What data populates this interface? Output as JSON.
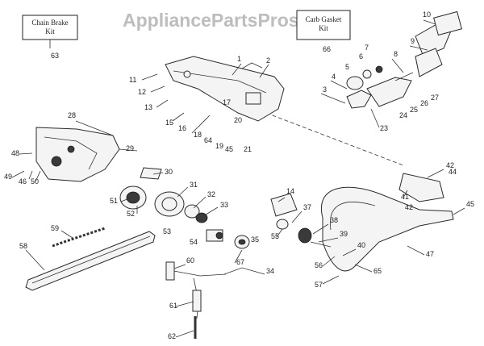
{
  "watermark": "AppliancePartsPros.com",
  "kits": [
    {
      "title_line1": "Chain Brake",
      "title_line2": "Kit",
      "number": "63"
    },
    {
      "title_line1": "Carb Gasket",
      "title_line2": "Kit",
      "number": "66"
    }
  ],
  "callouts": [
    "1",
    "2",
    "3",
    "4",
    "5",
    "6",
    "7",
    "8",
    "9",
    "10",
    "11",
    "12",
    "13",
    "14",
    "15",
    "16",
    "17",
    "18",
    "19",
    "20",
    "21",
    "23",
    "24",
    "25",
    "26",
    "27",
    "28",
    "29",
    "30",
    "31",
    "32",
    "33",
    "34",
    "35",
    "37",
    "38",
    "39",
    "40",
    "41",
    "42",
    "42b",
    "44",
    "45",
    "45b",
    "46",
    "47",
    "48",
    "49",
    "50",
    "51",
    "52",
    "53",
    "54",
    "55",
    "56",
    "57",
    "58",
    "59",
    "60",
    "61",
    "62",
    "64",
    "65",
    "67"
  ],
  "callout_text": {
    "1": "1",
    "2": "2",
    "3": "3",
    "4": "4",
    "5": "5",
    "6": "6",
    "7": "7",
    "8": "8",
    "9": "9",
    "10": "10",
    "11": "11",
    "12": "12",
    "13": "13",
    "14": "14",
    "15": "15",
    "16": "16",
    "17": "17",
    "18": "18",
    "19": "19",
    "20": "20",
    "21": "21",
    "23": "23",
    "24": "24",
    "25": "25",
    "26": "26",
    "27": "27",
    "28": "28",
    "29": "29",
    "30": "30",
    "31": "31",
    "32": "32",
    "33": "33",
    "34": "34",
    "35": "35",
    "37": "37",
    "38": "38",
    "39": "39",
    "40": "40",
    "41": "41",
    "42": "42",
    "42b": "42",
    "44": "44",
    "45": "45",
    "45b": "45",
    "46": "46",
    "47": "47",
    "48": "48",
    "49": "49",
    "50": "50",
    "51": "51",
    "52": "52",
    "53": "53",
    "54": "54",
    "55": "55",
    "56": "56",
    "57": "57",
    "58": "58",
    "59": "59",
    "60": "60",
    "61": "61",
    "62": "62",
    "64": "64",
    "65": "65",
    "67": "67"
  }
}
